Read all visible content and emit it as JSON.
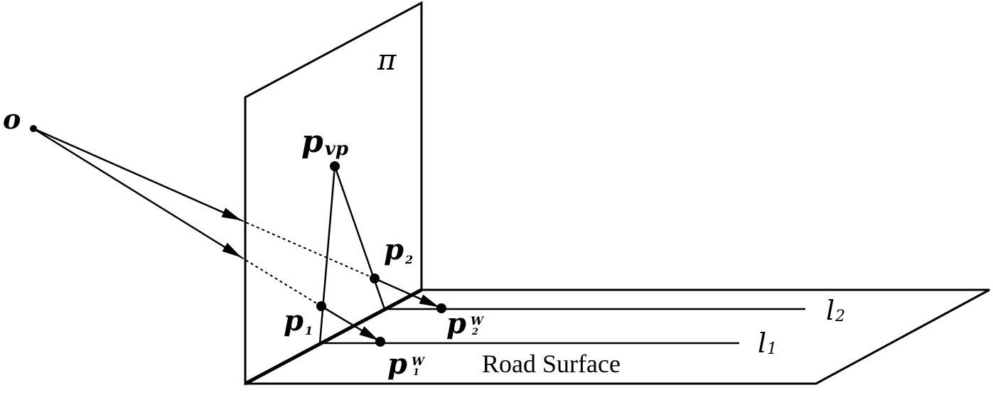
{
  "labels": {
    "origin": "o",
    "plane": "π",
    "vanishing_point": "p",
    "vanishing_point_sub": "vp",
    "p1": "p",
    "p1_sub": "1",
    "p2": "p",
    "p2_sub": "2",
    "p1w": "p",
    "p1w_sup": "W",
    "p1w_sub": "1",
    "p2w": "p",
    "p2w_sup": "W",
    "p2w_sub": "2",
    "line1": "l",
    "line1_sub": "1",
    "line2": "l",
    "line2_sub": "2",
    "road_surface": "Road Surface"
  }
}
